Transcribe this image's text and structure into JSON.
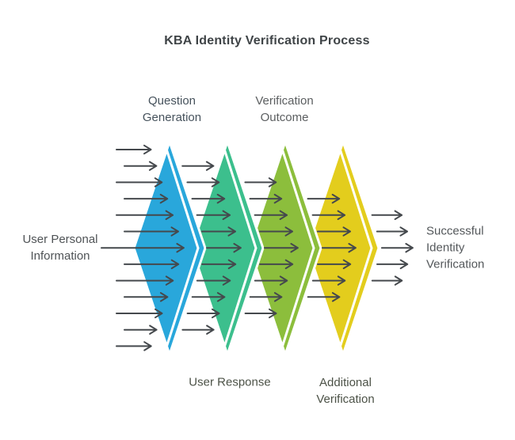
{
  "title": {
    "text": "KBA Identity Verification Process",
    "color": "#3F4447"
  },
  "stages": [
    {
      "id": "question-generation",
      "label_lines": [
        "Question",
        "Generation"
      ],
      "label_position": "top",
      "diamond_color": "#29A7DB",
      "label_color": "#46525C"
    },
    {
      "id": "user-response",
      "label_lines": [
        "User Response"
      ],
      "label_position": "bottom",
      "diamond_color": "#3CBF8D",
      "label_color": "#4C5247"
    },
    {
      "id": "verification-outcome",
      "label_lines": [
        "Verification",
        "Outcome"
      ],
      "label_position": "top",
      "diamond_color": "#8CBE3C",
      "label_color": "#5B5E60"
    },
    {
      "id": "additional-verification",
      "label_lines": [
        "Additional",
        "Verification"
      ],
      "label_position": "bottom",
      "diamond_color": "#E3CD1D",
      "label_color": "#4C5247"
    }
  ],
  "input": {
    "id": "user-personal-information",
    "label_lines": [
      "User Personal",
      "Information"
    ],
    "label_color": "#4F5356"
  },
  "output": {
    "id": "successful-identity-verification",
    "label_lines": [
      "Successful",
      "Identity",
      "Verification"
    ],
    "label_color": "#54585B"
  },
  "flow": {
    "arrow_color": "#45494D",
    "stripe_color": "#FFFFFF",
    "arrow_rows": 13,
    "arrows_per_column": [
      13,
      11,
      9,
      7,
      5
    ]
  }
}
